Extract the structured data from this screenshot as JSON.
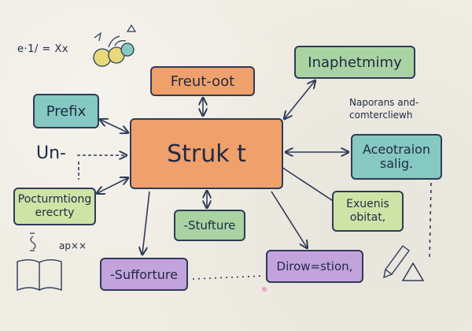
{
  "diagram": {
    "center_label": "Struk t",
    "nodes": {
      "top": "Freut-oot",
      "prefix": "Prefix",
      "inaph": "Inaphetmimy",
      "aceo_line1": "Aceotraion",
      "aceo_line2": "salig.",
      "poct_line1": "Pocturmtiong",
      "poct_line2": "erecrty",
      "stuf": "-Stufture",
      "exue_line1": "Exuenis",
      "exue_line2": "obitat,",
      "suff": "-Sufforture",
      "diro": "Dirow=stion,"
    },
    "free_text": {
      "un": "Un-",
      "equation": "e·1/ = Xx",
      "napor_line1": "Naporans and-",
      "napor_line2": "comtercliewh",
      "apx": "ap××"
    },
    "colors": {
      "orange": "#f0a06a",
      "teal": "#86c8c2",
      "green": "#a9d3a2",
      "lime": "#cfe3a7",
      "purple": "#c2a3dc",
      "ink": "#2f3b57"
    }
  }
}
